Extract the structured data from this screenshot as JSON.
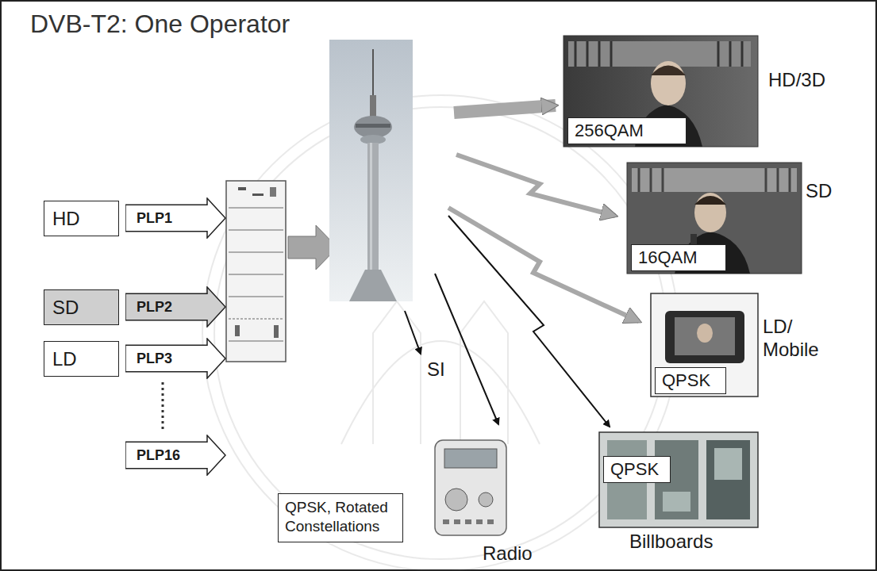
{
  "diagram": {
    "title": "DVB-T2: One Operator",
    "nodes": [
      {
        "text": [
          "HD"
        ]
      },
      {
        "text": [
          "SD"
        ]
      },
      {
        "text": [
          "LD"
        ]
      },
      {
        "text": [
          "PLP1"
        ]
      },
      {
        "text": [
          "PLP2"
        ]
      },
      {
        "text": [
          "PLP3"
        ]
      },
      {
        "text": [
          "PLP16"
        ]
      },
      {
        "text": [
          "HD/3D"
        ]
      },
      {
        "text": [
          "256QAM"
        ],
        "in": 7
      },
      {
        "text": [
          "SD"
        ]
      },
      {
        "text": [
          "16QAM"
        ],
        "in": 9
      },
      {
        "text": [
          "LD/ Mobile"
        ]
      },
      {
        "text": [
          "QPSK"
        ],
        "in": 11
      },
      {
        "text": [
          "Billboards"
        ]
      },
      {
        "text": [
          "QPSK"
        ],
        "in": 13
      },
      {
        "text": [
          "QPSK, Rotated Constellations"
        ]
      }
    ],
    "labels": [
      "SI",
      "Radio"
    ]
  }
}
